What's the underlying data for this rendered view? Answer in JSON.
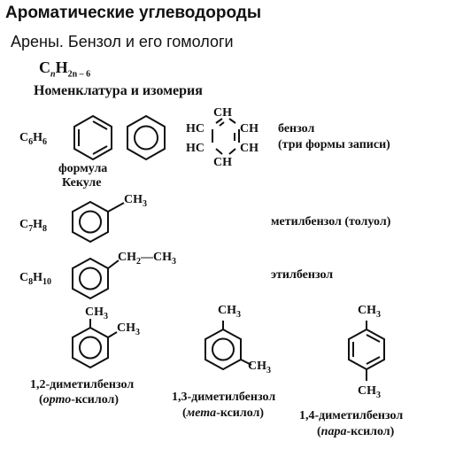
{
  "header": {
    "title": "Ароматические углеводороды",
    "subtitle": "Арены. Бензол и его гомологи",
    "section": "Номенклатура и изомерия"
  },
  "general_formula": {
    "c": "C",
    "n_sub": "n",
    "h": "H",
    "h_sub": "2n – 6"
  },
  "rows": {
    "benzene": {
      "formula_c": "C",
      "formula_c_sub": "6",
      "formula_h": "H",
      "formula_h_sub": "6",
      "kekule_caption_line1": "формула",
      "kekule_caption_line2": "Кекуле",
      "ch_label": "CH",
      "hc_label": "HC",
      "name_line1": "бензол",
      "name_line2": "(три формы записи)"
    },
    "toluene": {
      "formula_c": "C",
      "formula_c_sub": "7",
      "formula_h": "H",
      "formula_h_sub": "8",
      "substituent": "CH",
      "substituent_sub": "3",
      "name": "метилбензол (толуол)"
    },
    "ethylbenzene": {
      "formula_c": "C",
      "formula_c_sub": "8",
      "formula_h": "H",
      "formula_h_sub": "10",
      "ch2": "CH",
      "ch2_sub": "2",
      "dash": "—",
      "ch3": "CH",
      "ch3_sub": "3",
      "name": "этилбензол"
    }
  },
  "xylenes": [
    {
      "sub1": "CH",
      "sub1_sub": "3",
      "sub2": "CH",
      "sub2_sub": "3",
      "name_line1": "1,2-диметилбензол",
      "paren_open": "(",
      "prefix": "орто",
      "suffix": "-ксилол)"
    },
    {
      "sub1": "CH",
      "sub1_sub": "3",
      "sub2": "CH",
      "sub2_sub": "3",
      "name_line1": "1,3-диметилбензол",
      "paren_open": "(",
      "prefix": "мета",
      "suffix": "-ксилол)"
    },
    {
      "sub1": "CH",
      "sub1_sub": "3",
      "sub2": "CH",
      "sub2_sub": "3",
      "name_line1": "1,4-диметилбензол",
      "paren_open": "(",
      "prefix": "пара",
      "suffix": "-ксилол)"
    }
  ]
}
